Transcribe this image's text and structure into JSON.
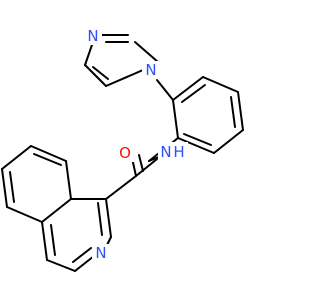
{
  "molecule": {
    "atoms": {
      "imidazole_n1": "N",
      "imidazole_n3": "N",
      "amide_o": "O",
      "amide_nh": "N",
      "amide_h": "H",
      "isoquinoline_n": "N"
    },
    "colors": {
      "bond": "#000000",
      "nitrogen": "#3050F8",
      "oxygen": "#FF0D0D"
    }
  }
}
